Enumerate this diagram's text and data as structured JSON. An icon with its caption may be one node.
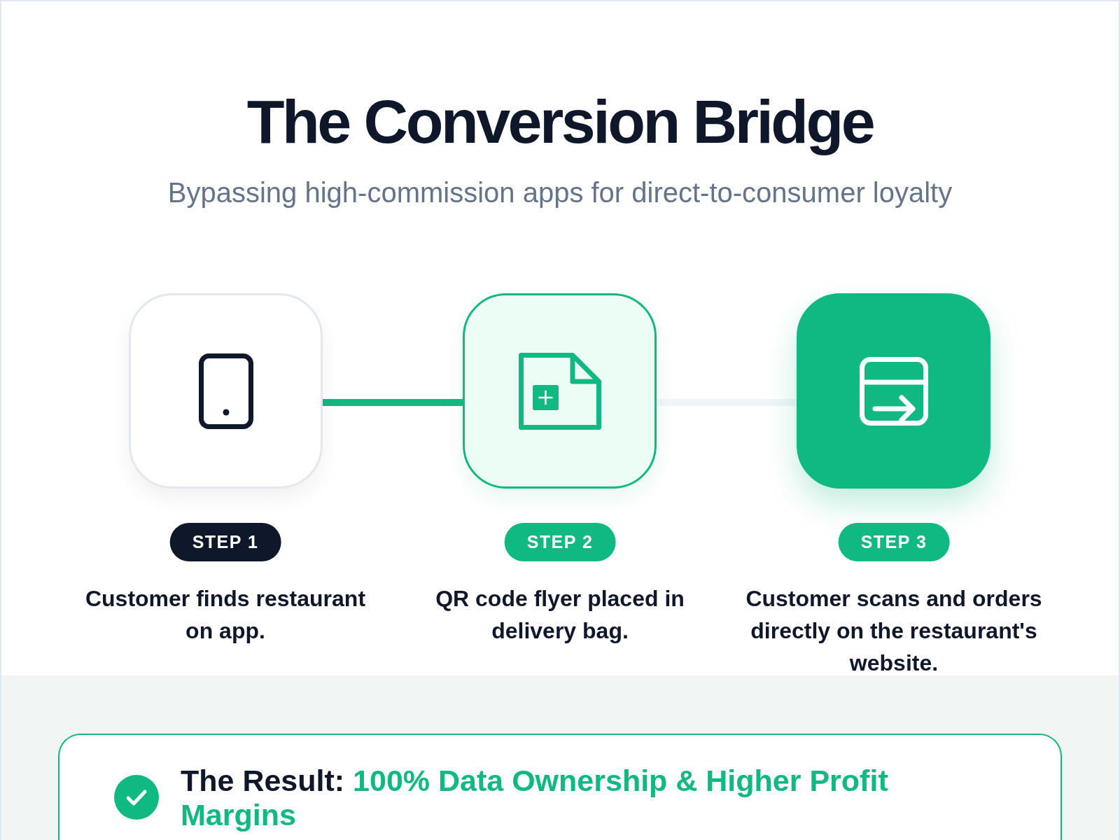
{
  "diagram": {
    "title": "The Conversion Bridge",
    "nodes": [
      {
        "text": [],
        "shape": "box"
      },
      {
        "text": [
          "STEP 1"
        ],
        "beside": [
          "Customer finds restaurant on app."
        ]
      },
      {
        "text": [],
        "shape": "box"
      },
      {
        "text": [
          "STEP 2"
        ],
        "beside": [
          "QR code flyer placed in delivery bag."
        ]
      },
      {
        "text": [],
        "shape": "box"
      },
      {
        "text": [
          "STEP 3"
        ],
        "beside": [
          "Customer scans and orders directly on the restaurant's website."
        ]
      },
      {
        "text": [
          "The Result:",
          "100% Data Ownership & Higher Profit Margins"
        ]
      }
    ],
    "edges": [
      {
        "from": 0,
        "to": 2,
        "arrow": "none",
        "color": "#10b981"
      },
      {
        "from": 2,
        "to": 4,
        "arrow": "none",
        "color": "#f1f5f9"
      }
    ],
    "labels": [
      "Bypassing high-commission apps for direct-to-consumer loyalty"
    ]
  }
}
